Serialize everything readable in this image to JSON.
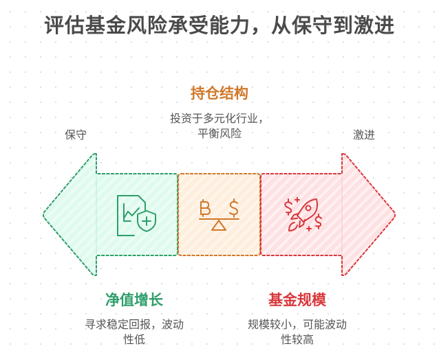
{
  "title": "评估基金风险承受能力，从保守到激进",
  "axis": {
    "left_label": "保守",
    "right_label": "激进"
  },
  "segments": [
    {
      "id": "nav-growth",
      "heading": "净值增长",
      "description_line1": "寻求稳定回报，波动",
      "description_line2": "性低",
      "icon": "chart-document-shield-icon",
      "color": "#2e9e6a",
      "fill": "#dffaee"
    },
    {
      "id": "holding-structure",
      "heading": "持仓结构",
      "description_line1": "投资于多元化行业，",
      "description_line2": "平衡风险",
      "icon": "bitcoin-dollar-balance-icon",
      "color": "#d0782a",
      "fill": "#fdeedd"
    },
    {
      "id": "fund-size",
      "heading": "基金规模",
      "description_line1": "规模较小，可能波动",
      "description_line2": "性较高",
      "icon": "rocket-dollar-icon",
      "color": "#d9373b",
      "fill": "#fde1e3"
    }
  ]
}
